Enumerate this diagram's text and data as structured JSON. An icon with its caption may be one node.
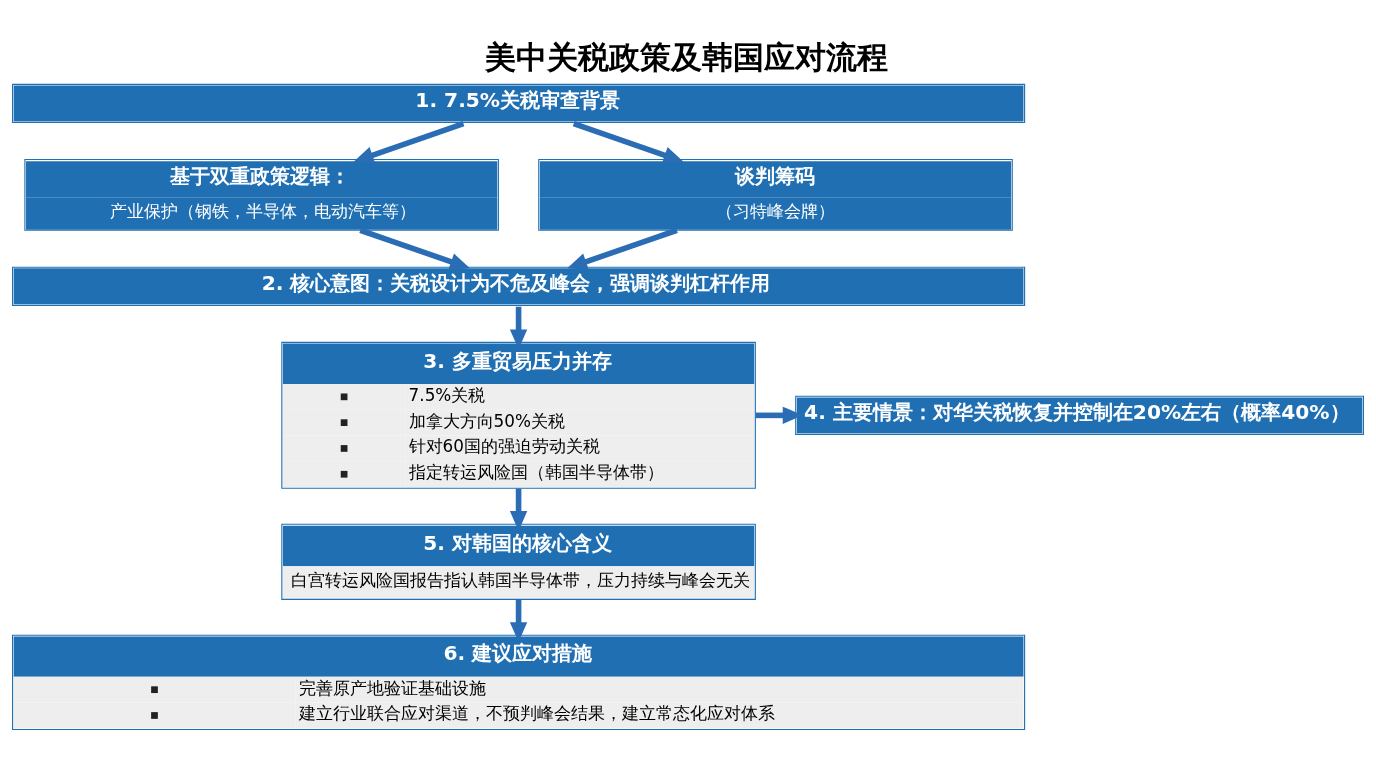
{
  "diagram": {
    "title": "美中关税政策及韩国应对流程",
    "nodes": [
      {
        "text": [
          "1. 7.5%关税审查背景"
        ]
      },
      {
        "text": [
          "基于双重政策逻辑：",
          "产业保护（钢铁，半导体，电动汽车等）"
        ]
      },
      {
        "text": [
          "谈判筹码",
          "（习特峰会牌）"
        ]
      },
      {
        "text": [
          "2. 核心意图：关税设计为不危及峰会，强调谈判杠杆作用"
        ]
      },
      {
        "text": [
          "3. 多重贸易压力并存",
          "7.5%关税",
          "加拿大方向50%关税",
          "针对60国的强迫劳动关税",
          "指定转运风险国（韩国半导体带）"
        ]
      },
      {
        "text": [
          "4. 主要情景：对华关税恢复并控制在20%左右（概率40%）"
        ]
      },
      {
        "text": [
          "5. 对韩国的核心含义",
          "白宫转运风险国报告指认韩国半导体带，压力持续与峰会无关"
        ]
      },
      {
        "text": [
          "6. 建议应对措施",
          "完善原产地验证基础设施",
          "建立行业联合应对渠道，不预判峰会结果，建立常态化应对体系"
        ]
      }
    ],
    "edges": [
      {
        "from": 0,
        "to": 1,
        "arrow": "to"
      },
      {
        "from": 0,
        "to": 2,
        "arrow": "to"
      },
      {
        "from": 1,
        "to": 3,
        "arrow": "to"
      },
      {
        "from": 2,
        "to": 3,
        "arrow": "to"
      },
      {
        "from": 3,
        "to": 4,
        "arrow": "to"
      },
      {
        "from": 4,
        "to": 5,
        "arrow": "to"
      },
      {
        "from": 4,
        "to": 6,
        "arrow": "to"
      },
      {
        "from": 6,
        "to": 7,
        "arrow": "to"
      }
    ]
  }
}
